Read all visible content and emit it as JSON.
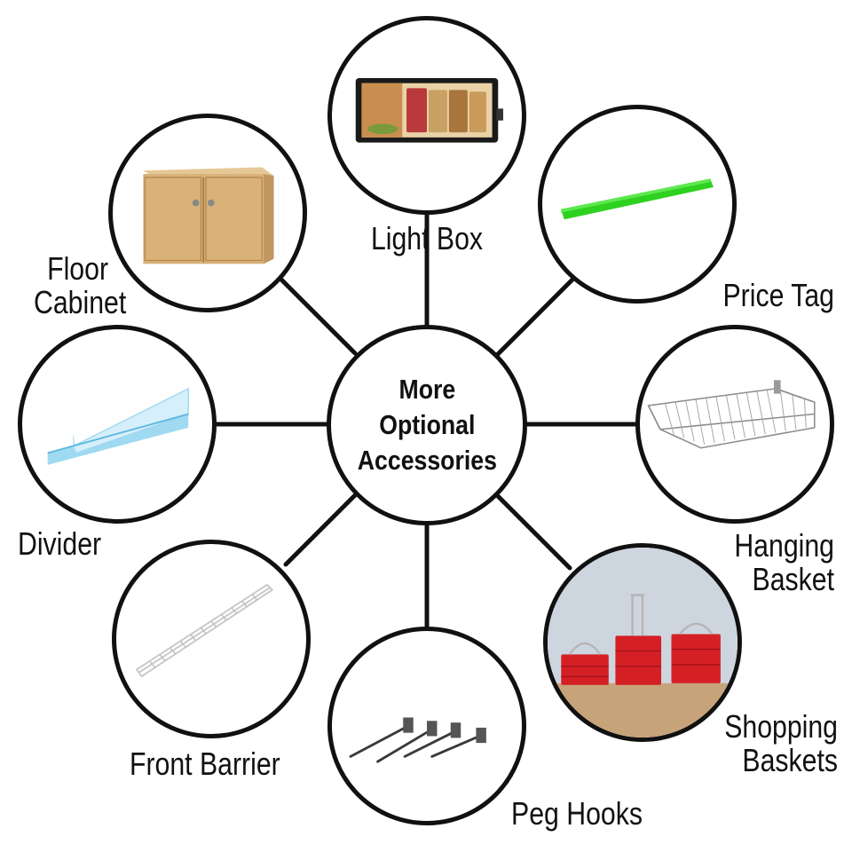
{
  "center": {
    "lines": [
      "More",
      "Optional",
      "Accessories"
    ]
  },
  "accessories": {
    "light_box": {
      "label": "Light  Box",
      "icon": "light-box-icon"
    },
    "price_tag": {
      "label": "Price Tag",
      "icon": "price-tag-strip-icon",
      "color": "#2ed11f"
    },
    "hanging_basket": {
      "lines": [
        "Hanging",
        "Basket"
      ],
      "icon": "wire-basket-icon"
    },
    "shopping_baskets": {
      "lines": [
        "Shopping",
        "Baskets"
      ],
      "icon": "shopping-basket-icon",
      "color": "#d41f25"
    },
    "peg_hooks": {
      "label": "Peg Hooks",
      "icon": "peg-hook-icon"
    },
    "front_barrier": {
      "label": "Front Barrier",
      "icon": "front-barrier-icon"
    },
    "divider": {
      "label": "Divider",
      "icon": "acrylic-divider-icon"
    },
    "floor_cabinet": {
      "lines": [
        "Floor",
        "Cabinet"
      ],
      "icon": "wooden-cabinet-icon",
      "color": "#d9b27a"
    }
  },
  "colors": {
    "stroke": "#111111",
    "background": "#ffffff"
  }
}
